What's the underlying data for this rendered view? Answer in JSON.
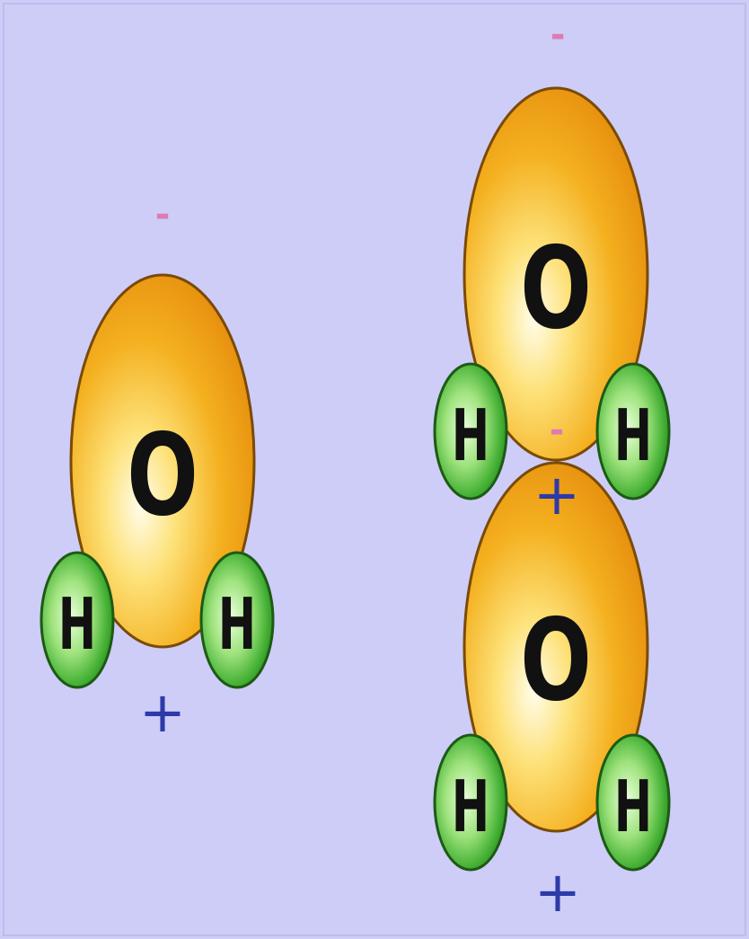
{
  "colors": {
    "background": "#cdcdf8",
    "oxygen_fill": "#f2a81a",
    "oxygen_highlight": "#fffde8",
    "oxygen_stroke": "#7a4a08",
    "hydrogen_fill": "#3faa2e",
    "hydrogen_highlight": "#e2ffd6",
    "hydrogen_stroke": "#1d5a14",
    "negative_charge": "#e07ab0",
    "positive_charge": "#2e3aa8",
    "label_text": "#111111"
  },
  "single_molecule": {
    "oxygen_label": "O",
    "hydrogen_left_label": "H",
    "hydrogen_right_label": "H",
    "partial_negative": "-",
    "partial_positive": "+"
  },
  "molecule_pair": {
    "upper": {
      "oxygen_label": "O",
      "hydrogen_left_label": "H",
      "hydrogen_right_label": "H",
      "partial_negative": "-",
      "partial_positive": "-"
    },
    "lower": {
      "oxygen_label": "O",
      "hydrogen_left_label": "H",
      "hydrogen_right_label": "H",
      "partial_negative": "+",
      "partial_positive": "+"
    }
  }
}
